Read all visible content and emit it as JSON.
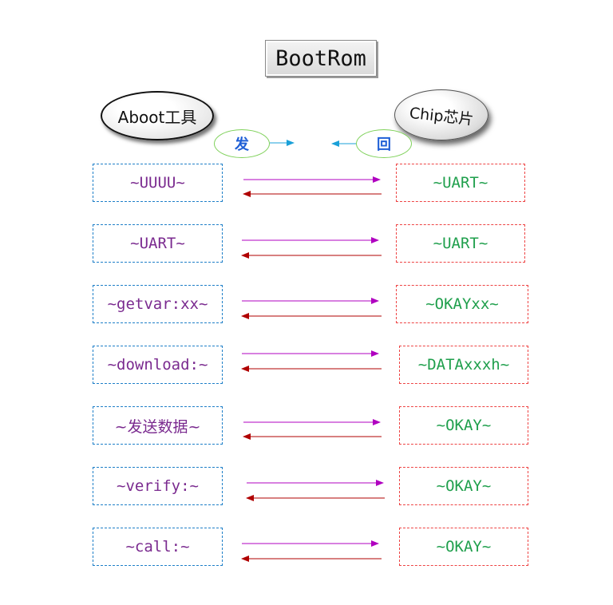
{
  "title": "BootRom",
  "left_actor": "Aboot工具",
  "right_actor": "Chip芯片",
  "send_label": "发",
  "reply_label": "回",
  "colors": {
    "send_arrow": "#b000c0",
    "reply_arrow": "#b00000",
    "left_border": "#1e7fc8",
    "right_border": "#ee4444",
    "left_text": "#7a2a8f",
    "right_text": "#1f9f4c",
    "legend_arrow": "#1aa0d8",
    "legend_oval": "#7fd15a"
  },
  "steps": [
    {
      "send": "~UUUU~",
      "reply": "~UART~"
    },
    {
      "send": "~UART~",
      "reply": "~UART~"
    },
    {
      "send": "~getvar:xx~",
      "reply": "~OKAYxx~"
    },
    {
      "send": "~download:~",
      "reply": "~DATAxxxh~"
    },
    {
      "send": "~发送数据~",
      "reply": "~OKAY~"
    },
    {
      "send": "~verify:~",
      "reply": "~OKAY~"
    },
    {
      "send": "~call:~",
      "reply": "~OKAY~"
    }
  ]
}
